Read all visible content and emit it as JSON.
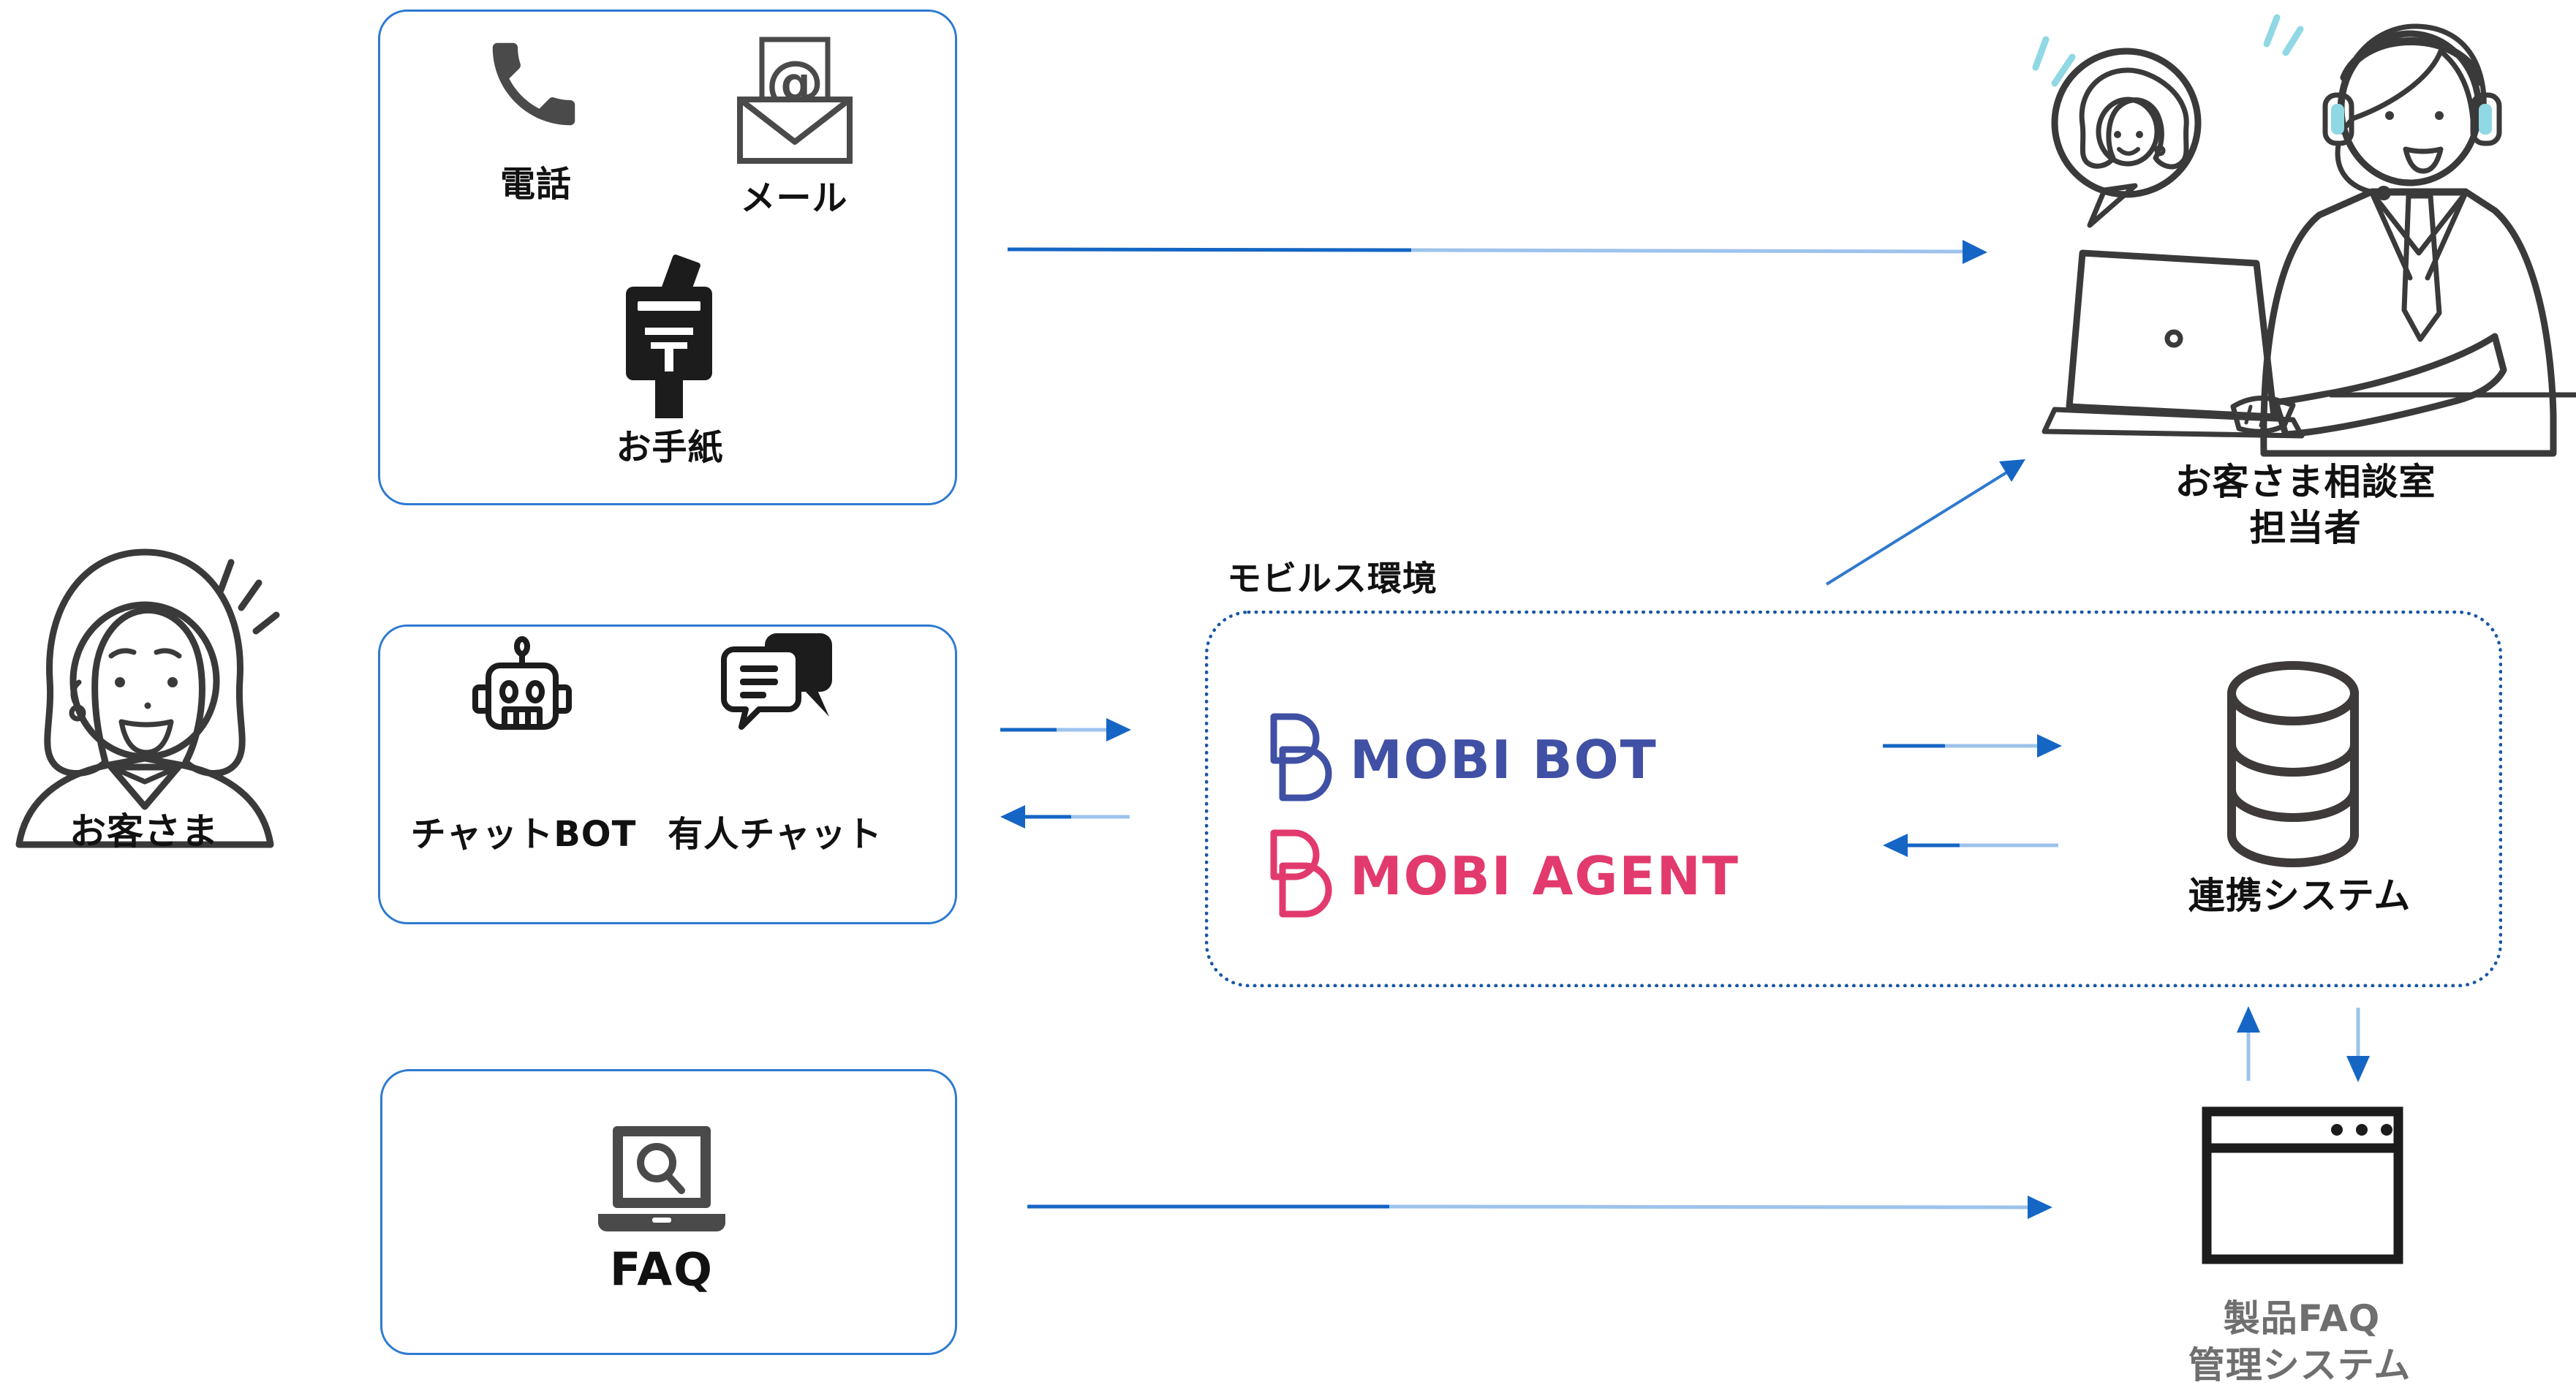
{
  "customer": {
    "label": "お客さま"
  },
  "boxes": {
    "contact": {
      "phone_label": "電話",
      "mail_label": "メール",
      "letter_label": "お手紙"
    },
    "chat": {
      "bot_label": "チャットBOT",
      "human_label": "有人チャット"
    },
    "faq": {
      "faq_label": "FAQ"
    }
  },
  "platform": {
    "title": "モビルス環境",
    "products": [
      {
        "name": "MOBI BOT"
      },
      {
        "name": "MOBI AGENT"
      }
    ],
    "database_label": "連携システム"
  },
  "agent": {
    "line1": "お客さま相談室",
    "line2": "担当者"
  },
  "faq_system": {
    "line1": "製品FAQ",
    "line2": "管理システム"
  },
  "palette": {
    "box_border": "#2e7ad1",
    "platform_border": "#1a57a5",
    "arrow_dark": "#1566c4",
    "arrow_light": "#9dc3ec",
    "arrow_mid": "#2f79cf",
    "icon_dark": "#4a4a4a",
    "icon_black": "#1c1c1c",
    "db_stroke": "#3d3a39",
    "mobi_bot": "#4050a4",
    "mobi_agent": "#e23a6d",
    "teal": "#a9d4da",
    "teal_bright": "#8fd8e4",
    "gray_label": "#6f6f6f",
    "line_art": "#3a3a3a",
    "suit": "#d6d6da",
    "hair_gray": "#87878b",
    "laptop_gray": "#ededef"
  }
}
